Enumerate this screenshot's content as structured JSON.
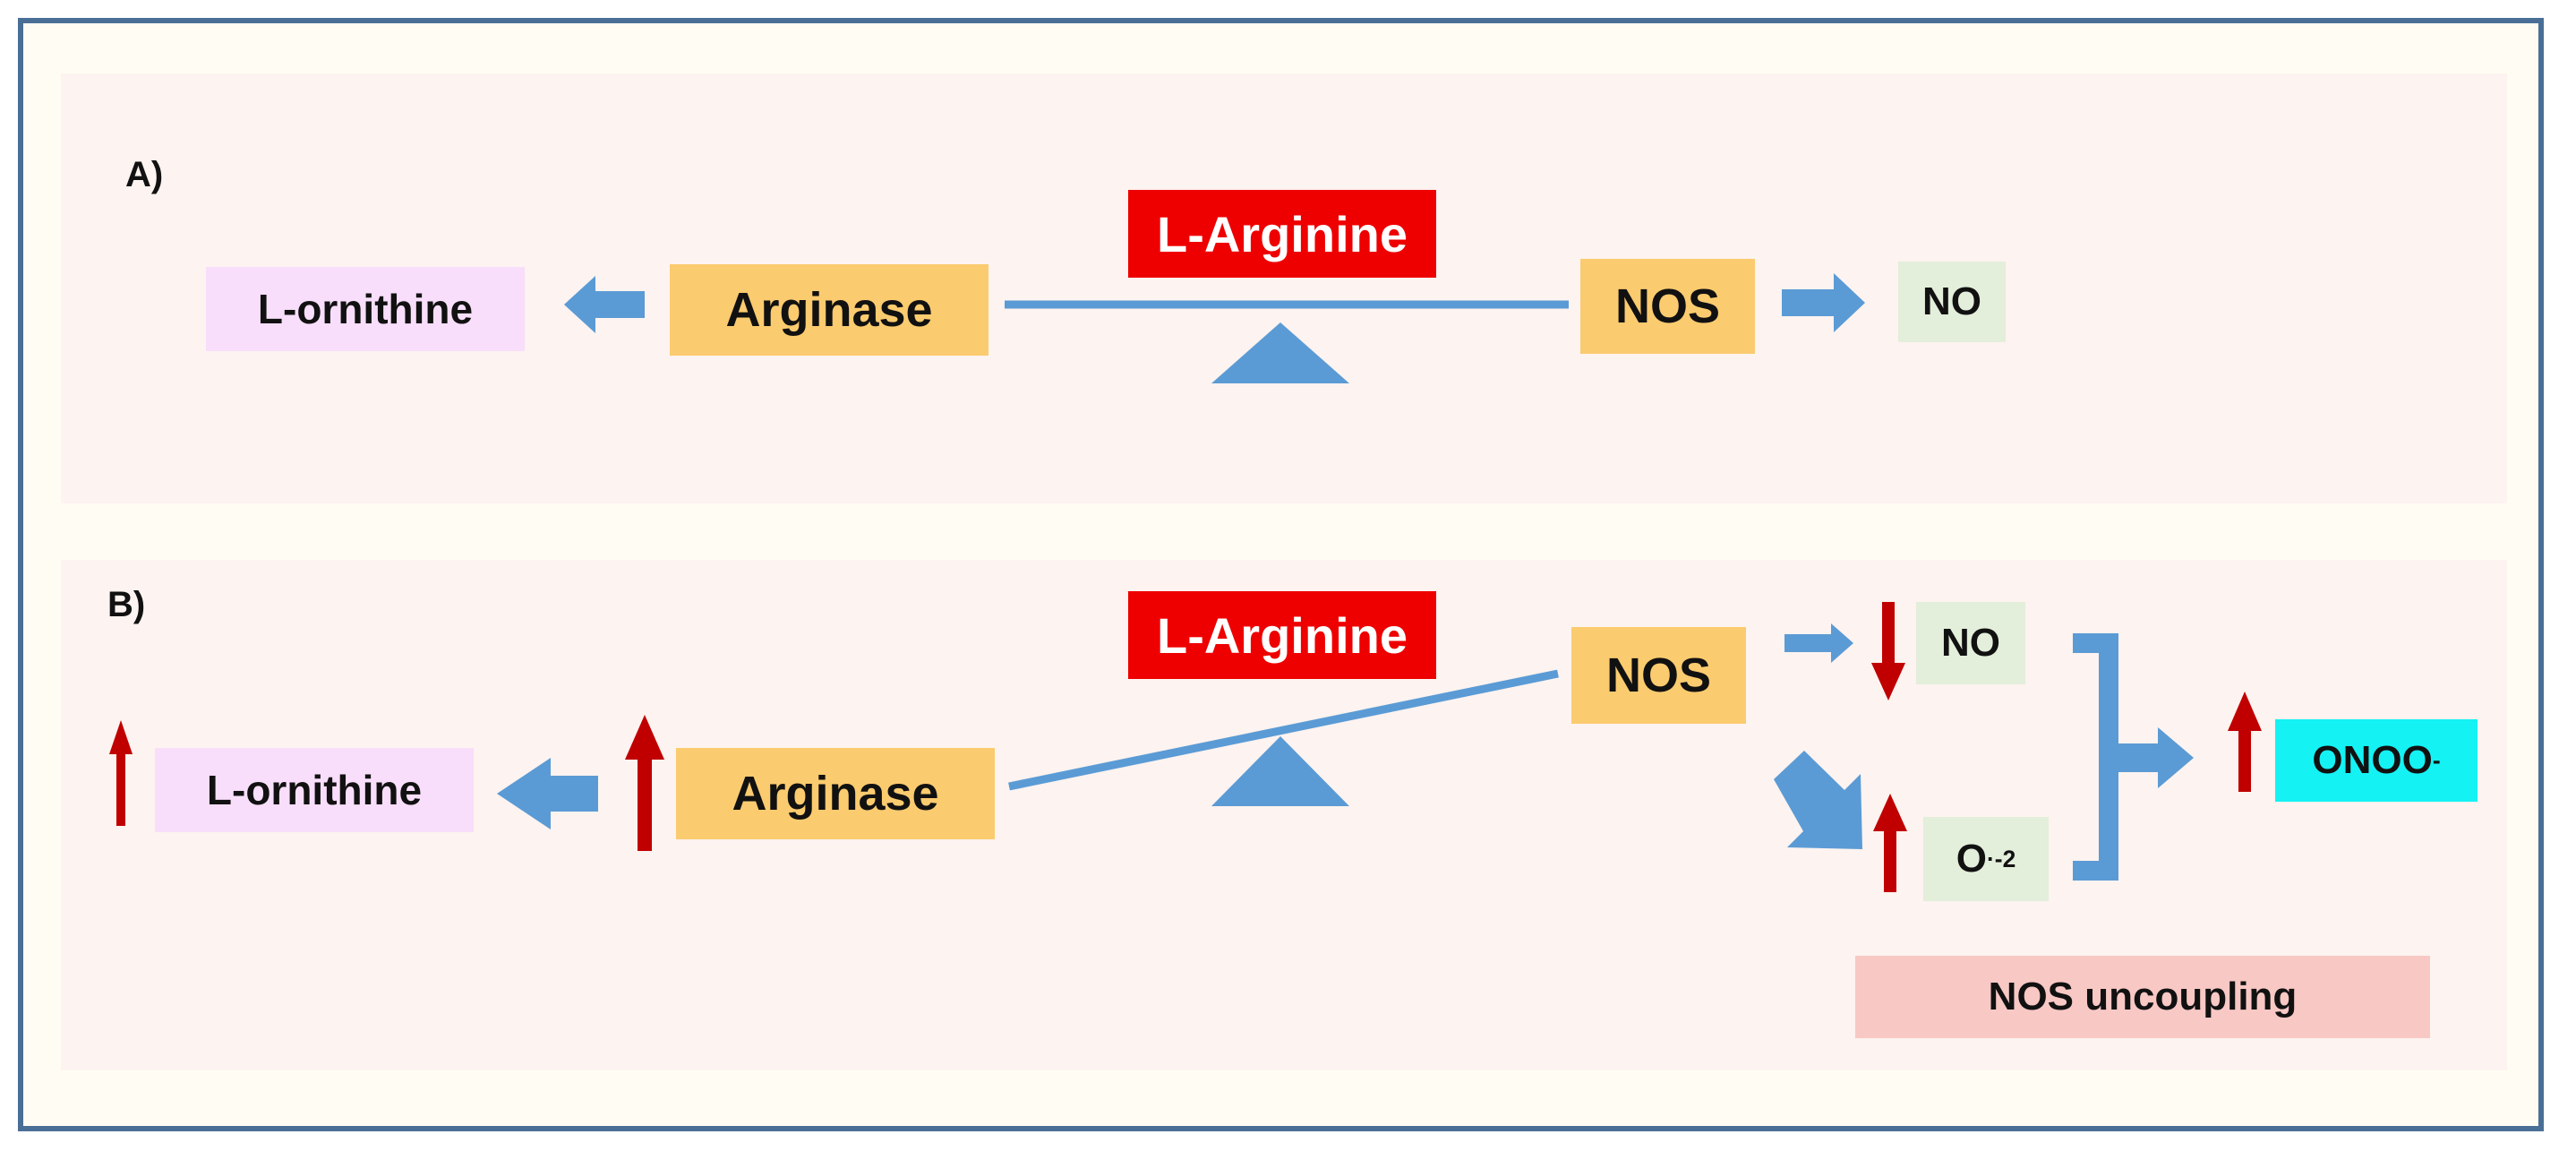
{
  "panel_a": {
    "letter": "A)",
    "substrate": "L-Arginine",
    "enzyme_left": "Arginase",
    "product_left": "L-ornithine",
    "enzyme_right": "NOS",
    "product_right": "NO"
  },
  "panel_b": {
    "letter": "B)",
    "substrate": "L-Arginine",
    "enzyme_left": "Arginase",
    "product_left": "L-ornithine",
    "enzyme_right": "NOS",
    "no_label": "NO",
    "superoxide_base": "O",
    "superoxide_sup": "·-",
    "superoxide_sub": "2",
    "peroxynitrite_base": "ONOO",
    "peroxynitrite_sup": "-",
    "uncoupling": "NOS uncoupling"
  },
  "colors": {
    "frame_border": "#4a6f96",
    "panel_bg": "#fdf3f0",
    "enzyme_box": "#fbcb6f",
    "substrate_box": "#ee0000",
    "ornithine_box": "#f8defa",
    "product_box": "#e3eedb",
    "peroxynitrite_box": "#14f2f4",
    "uncoupling_box": "#f8c8c5",
    "blue_arrow": "#5b9bd5",
    "red_arrow": "#c00000"
  }
}
